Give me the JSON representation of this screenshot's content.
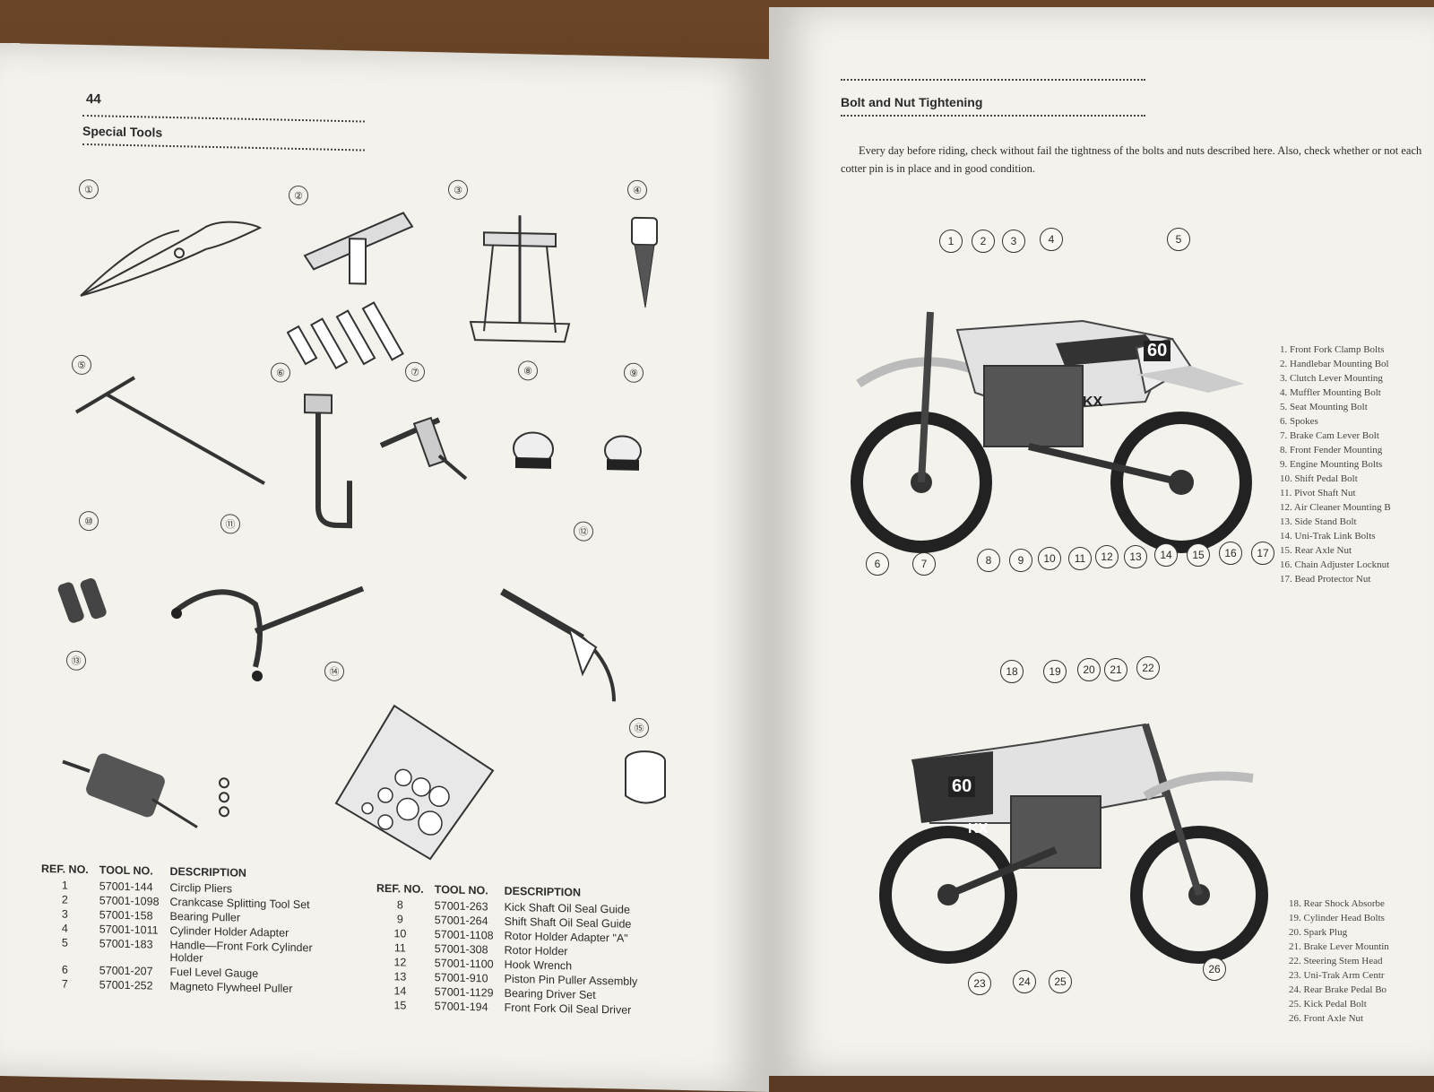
{
  "left": {
    "page_number": "44",
    "section_title": "Special Tools",
    "tool_labels": [
      "①",
      "②",
      "③",
      "④",
      "⑤",
      "⑥",
      "⑦",
      "⑧",
      "⑨",
      "⑩",
      "⑪",
      "⑫",
      "⑬",
      "⑭",
      "⑮"
    ],
    "table_a": {
      "headers": [
        "REF. NO.",
        "TOOL NO.",
        "DESCRIPTION"
      ],
      "rows": [
        [
          "1",
          "57001-144",
          "Circlip Pliers"
        ],
        [
          "2",
          "57001-1098",
          "Crankcase Splitting Tool Set"
        ],
        [
          "3",
          "57001-158",
          "Bearing Puller"
        ],
        [
          "4",
          "57001-1011",
          "Cylinder Holder Adapter"
        ],
        [
          "5",
          "57001-183",
          "Handle—Front Fork Cylinder Holder"
        ],
        [
          "6",
          "57001-207",
          "Fuel Level Gauge"
        ],
        [
          "7",
          "57001-252",
          "Magneto Flywheel Puller"
        ]
      ]
    },
    "table_b": {
      "headers": [
        "REF. NO.",
        "TOOL NO.",
        "DESCRIPTION"
      ],
      "rows": [
        [
          "8",
          "57001-263",
          "Kick Shaft Oil Seal Guide"
        ],
        [
          "9",
          "57001-264",
          "Shift Shaft Oil Seal Guide"
        ],
        [
          "10",
          "57001-1108",
          "Rotor Holder Adapter \"A\""
        ],
        [
          "11",
          "57001-308",
          "Rotor Holder"
        ],
        [
          "12",
          "57001-1100",
          "Hook Wrench"
        ],
        [
          "13",
          "57001-910",
          "Piston Pin Puller Assembly"
        ],
        [
          "14",
          "57001-1129",
          "Bearing Driver Set"
        ],
        [
          "15",
          "57001-194",
          "Front Fork Oil Seal Driver"
        ]
      ]
    }
  },
  "right": {
    "section_title": "Bolt and Nut Tightening",
    "intro": "Every day before riding, check without fail the tightness of the bolts and nuts described here. Also, check whether or not each cotter pin is in place and in good condition.",
    "callouts_top": [
      "1",
      "2",
      "3",
      "4",
      "5",
      "6",
      "7",
      "8",
      "9",
      "10",
      "11",
      "12",
      "13",
      "14",
      "15",
      "16",
      "17"
    ],
    "callouts_bottom": [
      "18",
      "19",
      "20",
      "21",
      "22",
      "23",
      "24",
      "25",
      "26"
    ],
    "legend_top": [
      "1. Front Fork Clamp Bolts",
      "2. Handlebar Mounting Bol",
      "3. Clutch Lever Mounting",
      "4. Muffler Mounting Bolt",
      "5. Seat Mounting Bolt",
      "6. Spokes",
      "7. Brake Cam Lever Bolt",
      "8. Front Fender Mounting",
      "9. Engine Mounting Bolts",
      "10. Shift Pedal Bolt",
      "11. Pivot Shaft Nut",
      "12. Air Cleaner Mounting B",
      "13. Side Stand Bolt",
      "14. Uni-Trak Link Bolts",
      "15. Rear Axle Nut",
      "16. Chain Adjuster Locknut",
      "17. Bead Protector Nut"
    ],
    "legend_bottom": [
      "18. Rear Shock Absorbe",
      "19. Cylinder Head Bolts",
      "20. Spark Plug",
      "21. Brake Lever Mountin",
      "22. Steering Stem Head",
      "23. Uni-Trak Arm Centr",
      "24. Rear Brake Pedal Bo",
      "25. Kick Pedal Bolt",
      "26. Front Axle Nut"
    ],
    "bike_badge": "60",
    "bike_model": "KX"
  }
}
